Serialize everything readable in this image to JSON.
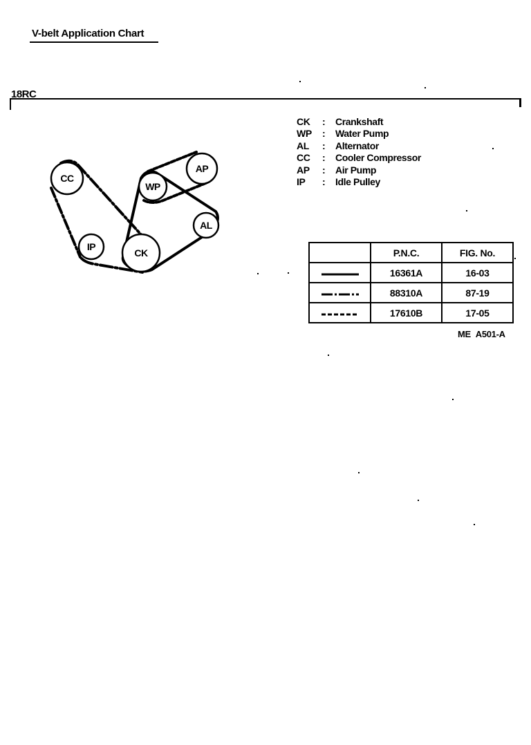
{
  "header": {
    "title": "V-belt Application Chart",
    "model": "18RC"
  },
  "legend": [
    {
      "code": "CK",
      "sep": ":",
      "name": "Crankshaft"
    },
    {
      "code": "WP",
      "sep": ":",
      "name": "Water Pump"
    },
    {
      "code": "AL",
      "sep": ":",
      "name": "Alternator"
    },
    {
      "code": "CC",
      "sep": ":",
      "name": "Cooler Compressor"
    },
    {
      "code": "AP",
      "sep": ":",
      "name": "Air Pump"
    },
    {
      "code": "IP",
      "sep": ":",
      "name": "Idle Pulley"
    }
  ],
  "diagram": {
    "pulleys": [
      {
        "id": "CC",
        "label": "CC"
      },
      {
        "id": "WP",
        "label": "WP"
      },
      {
        "id": "AP",
        "label": "AP"
      },
      {
        "id": "AL",
        "label": "AL"
      },
      {
        "id": "IP",
        "label": "IP"
      },
      {
        "id": "CK",
        "label": "CK"
      }
    ]
  },
  "table": {
    "headers": [
      "",
      "P.N.C.",
      "FIG. No."
    ],
    "rows": [
      {
        "line_style": "solid",
        "pnc": "16361A",
        "fig": "16-03"
      },
      {
        "line_style": "dash-dot",
        "pnc": "88310A",
        "fig": "87-19"
      },
      {
        "line_style": "dashed",
        "pnc": "17610B",
        "fig": "17-05"
      }
    ]
  },
  "reference": "ME A501-A"
}
